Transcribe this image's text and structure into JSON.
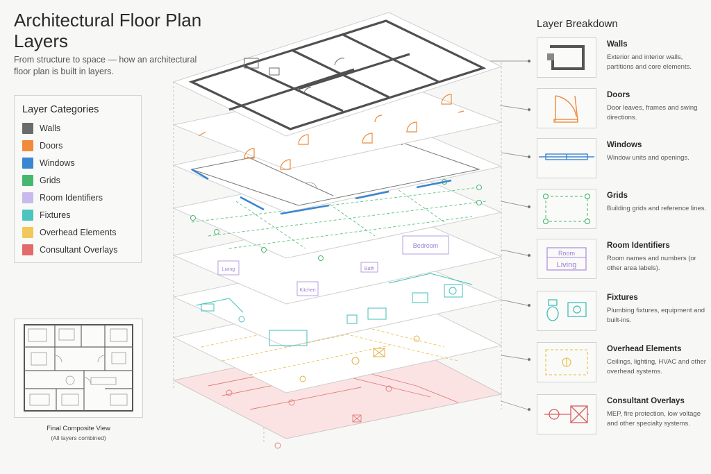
{
  "header": {
    "title": "Architectural Floor Plan Layers",
    "subtitle": "From structure to space — how an architectural floor plan is built in layers."
  },
  "legend": {
    "title": "Layer Categories",
    "items": [
      {
        "label": "Walls",
        "color": "#6b6b6b"
      },
      {
        "label": "Doors",
        "color": "#f08a3c"
      },
      {
        "label": "Windows",
        "color": "#3a86d1"
      },
      {
        "label": "Grids",
        "color": "#46b86e"
      },
      {
        "label": "Room Identifiers",
        "color": "#b49de0"
      },
      {
        "label": "Fixtures",
        "color": "#4cc4bf"
      },
      {
        "label": "Overhead Elements",
        "color": "#f0c95a"
      },
      {
        "label": "Consultant Overlays",
        "color": "#e26a6a"
      }
    ]
  },
  "composite": {
    "caption": "Final Composite View",
    "subcaption": "(All layers combined)"
  },
  "stack": {
    "room_labels": [
      "Bedroom",
      "Living",
      "Kitchen",
      "Bath"
    ]
  },
  "breakdown": {
    "title": "Layer Breakdown",
    "items": [
      {
        "name": "Walls",
        "desc": "Exterior and interior walls, partitions and core elements."
      },
      {
        "name": "Doors",
        "desc": "Door leaves, frames and swing directions."
      },
      {
        "name": "Windows",
        "desc": "Window units and openings."
      },
      {
        "name": "Grids",
        "desc": "Building grids and reference lines."
      },
      {
        "name": "Room Identifiers",
        "desc": "Room names and numbers (or other area labels).",
        "thumb_text": [
          "Room",
          "Living"
        ]
      },
      {
        "name": "Fixtures",
        "desc": "Plumbing fixtures, equipment and built-ins."
      },
      {
        "name": "Overhead Elements",
        "desc": "Ceilings, lighting, HVAC and other overhead systems."
      },
      {
        "name": "Consultant Overlays",
        "desc": "MEP, fire protection, low voltage and other specialty systems."
      }
    ]
  }
}
